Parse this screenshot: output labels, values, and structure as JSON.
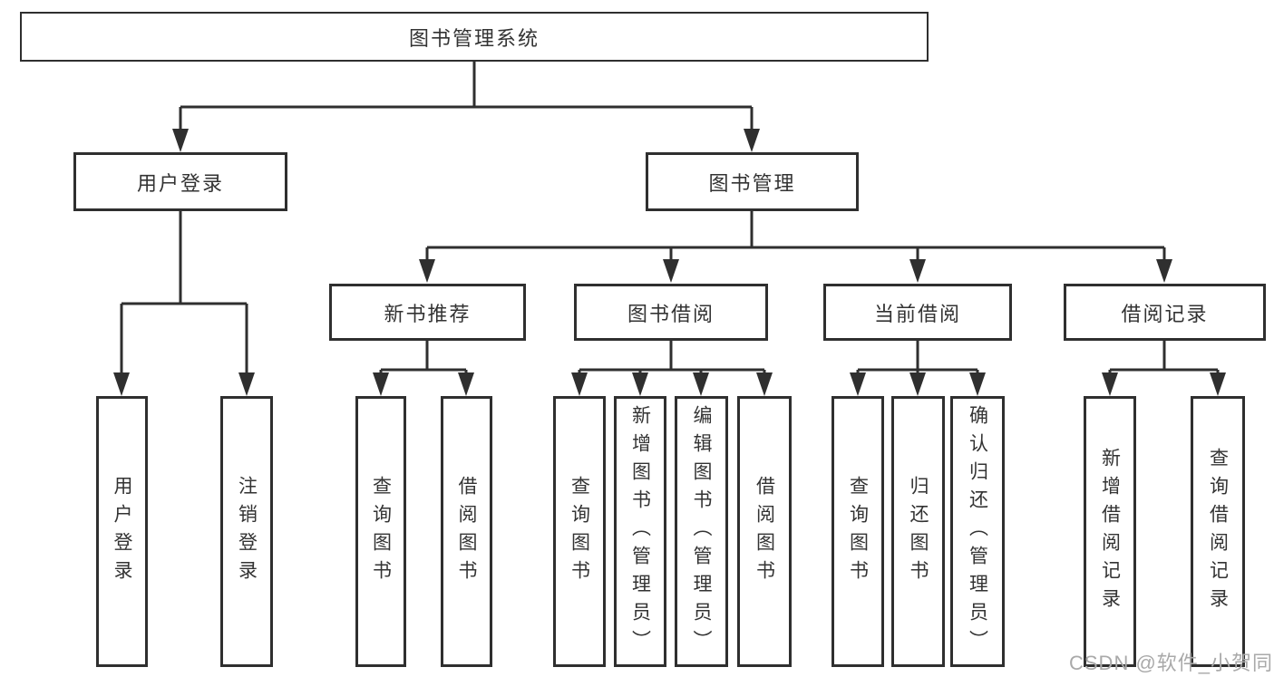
{
  "diagram": {
    "root": {
      "label": "图书管理系统"
    },
    "branches": [
      {
        "label": "用户登录",
        "children": [
          {
            "label": "用户登录"
          },
          {
            "label": "注销登录"
          }
        ]
      },
      {
        "label": "图书管理",
        "children": [
          {
            "label": "新书推荐",
            "children": [
              {
                "label": "查询图书"
              },
              {
                "label": "借阅图书"
              }
            ]
          },
          {
            "label": "图书借阅",
            "children": [
              {
                "label": "查询图书"
              },
              {
                "label": "新增图书（管理员）"
              },
              {
                "label": "编辑图书（管理员）"
              },
              {
                "label": "借阅图书"
              }
            ]
          },
          {
            "label": "当前借阅",
            "children": [
              {
                "label": "查询图书"
              },
              {
                "label": "归还图书"
              },
              {
                "label": "确认归还（管理员）"
              }
            ]
          },
          {
            "label": "借阅记录",
            "children": [
              {
                "label": "新增借阅记录"
              },
              {
                "label": "查询借阅记录"
              }
            ]
          }
        ]
      }
    ]
  },
  "watermark": {
    "text": "CSDN @软件_小贺同学"
  },
  "colors": {
    "line": "#2f2f2f",
    "text": "#333333",
    "watermark": "#a9a9a9",
    "background": "#ffffff"
  }
}
